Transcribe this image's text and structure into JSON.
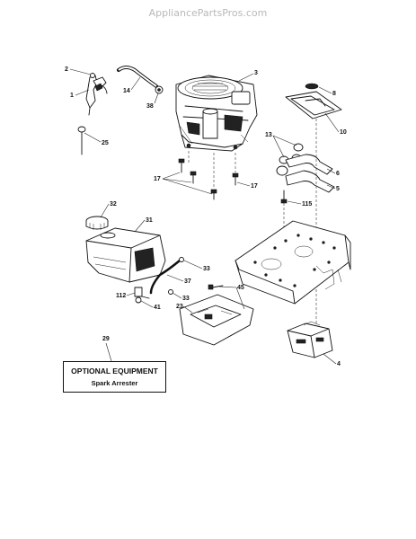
{
  "header": {
    "watermark": "AppliancePartsPros.com"
  },
  "optional_box": {
    "title": "OPTIONAL EQUIPMENT",
    "subtitle": "Spark Arrester"
  },
  "callouts": [
    "2",
    "1",
    "14",
    "3",
    "38",
    "25",
    "8",
    "10",
    "13",
    "6",
    "5",
    "17",
    "17",
    "115",
    "32",
    "31",
    "33",
    "37",
    "112",
    "41",
    "33",
    "45",
    "23",
    "29",
    "4"
  ]
}
